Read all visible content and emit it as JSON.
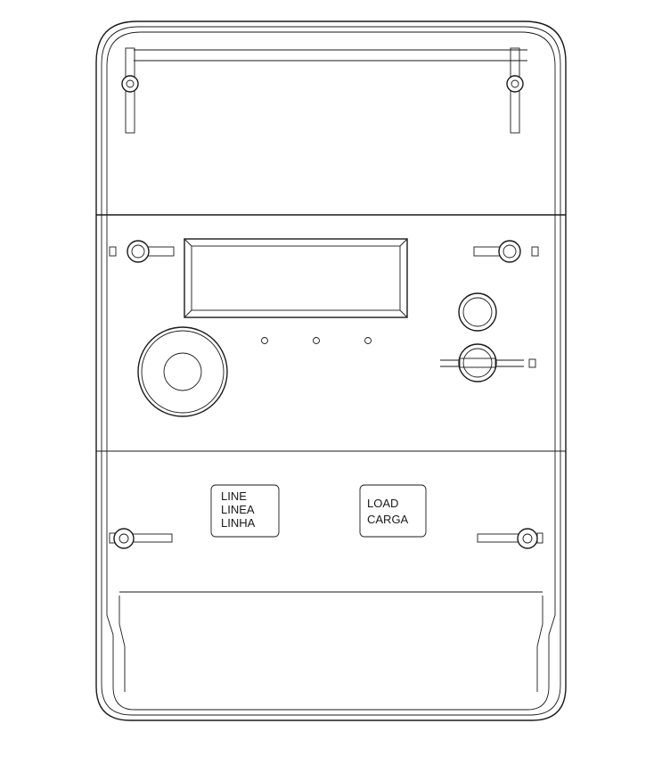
{
  "labels": {
    "line": [
      "LINE",
      "LINEA",
      "LINHA"
    ],
    "load": [
      "LOAD",
      "CARGA"
    ]
  },
  "colors": {
    "stroke": "#1a1a1a",
    "background": "#ffffff"
  }
}
